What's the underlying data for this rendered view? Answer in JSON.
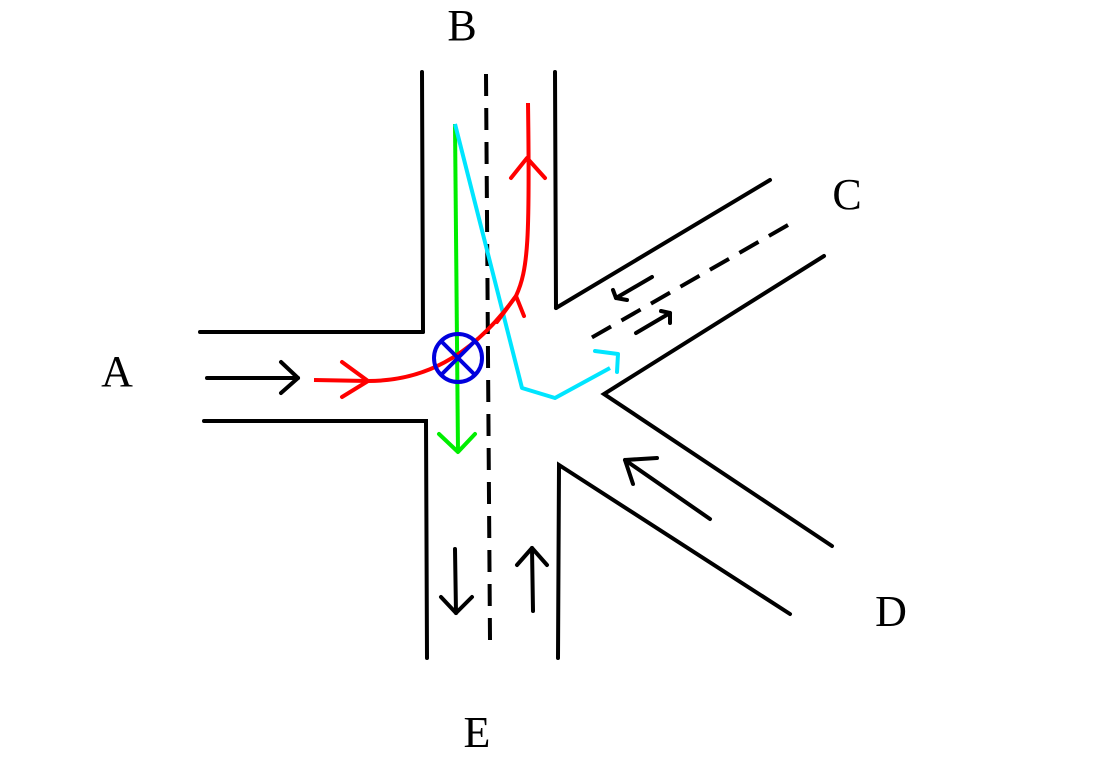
{
  "labels": {
    "A": "A",
    "B": "B",
    "C": "C",
    "D": "D",
    "E": "E"
  },
  "colors": {
    "road": "#000000",
    "red_path": "#ff0000",
    "green_path": "#00ee00",
    "cyan_path": "#00e5ff",
    "conflict_marker": "#0000dd"
  },
  "paths": [
    {
      "name": "red-path",
      "from": "A",
      "to": "B",
      "color": "#ff0000"
    },
    {
      "name": "green-path",
      "from": "B",
      "to": "E",
      "color": "#00ee00"
    },
    {
      "name": "cyan-path",
      "from": "B",
      "to": "C",
      "color": "#00e5ff"
    }
  ],
  "markers": [
    {
      "name": "conflict-point",
      "symbol": "circle-cross"
    }
  ]
}
